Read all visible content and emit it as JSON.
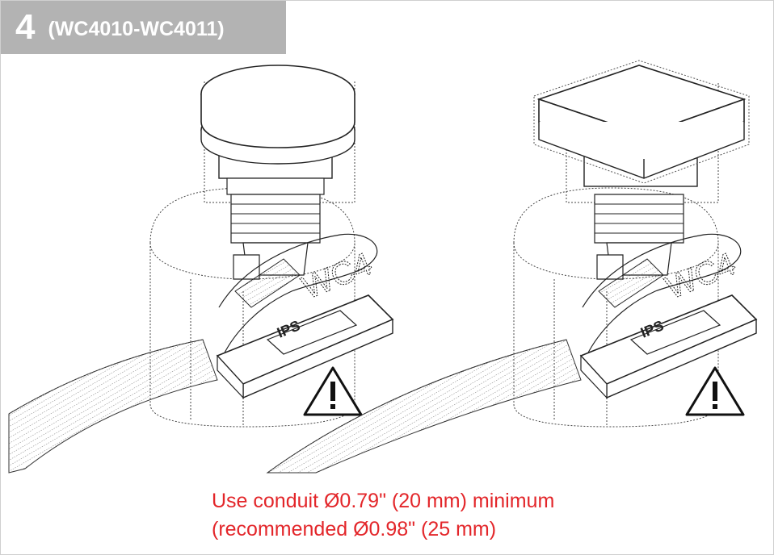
{
  "header": {
    "step_number": "4",
    "models": "(WC4010-WC4011)"
  },
  "illustrations": [
    {
      "name": "round-top-unit",
      "product_mark": "WC4",
      "logo_text": "IPS"
    },
    {
      "name": "square-top-unit",
      "product_mark": "WC4",
      "logo_text": "IPS"
    }
  ],
  "caption": {
    "line1": "Use conduit Ø0.79\" (20 mm) minimum",
    "line2": "(recommended Ø0.98\" (25 mm)"
  },
  "colors": {
    "badge_bg": "#b3b3b3",
    "caption": "#e3262a",
    "line": "#333333"
  }
}
